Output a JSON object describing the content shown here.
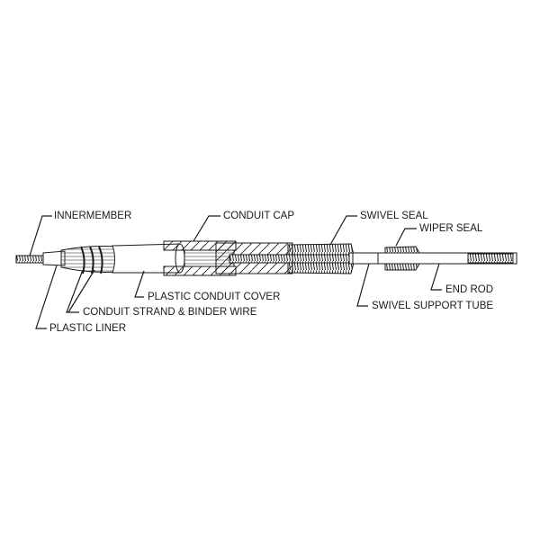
{
  "diagram": {
    "labels": {
      "innermember": "INNERMEMBER",
      "conduit_cap": "CONDUIT CAP",
      "swivel_seal": "SWIVEL SEAL",
      "wiper_seal": "WIPER SEAL",
      "plastic_conduit_cover": "PLASTIC CONDUIT COVER",
      "conduit_strand": "CONDUIT STRAND & BINDER WIRE",
      "plastic_liner": "PLASTIC LINER",
      "end_rod": "END ROD",
      "swivel_support_tube": "SWIVEL SUPPORT TUBE"
    },
    "line_color": "#1a1a1a"
  }
}
